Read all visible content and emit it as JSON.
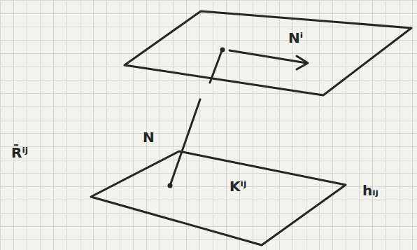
{
  "diagram": {
    "labels": [
      "Nⁱ",
      "N",
      "R̄ⁱʲ",
      "Kⁱʲ",
      "hᵢⱼ"
    ]
  }
}
